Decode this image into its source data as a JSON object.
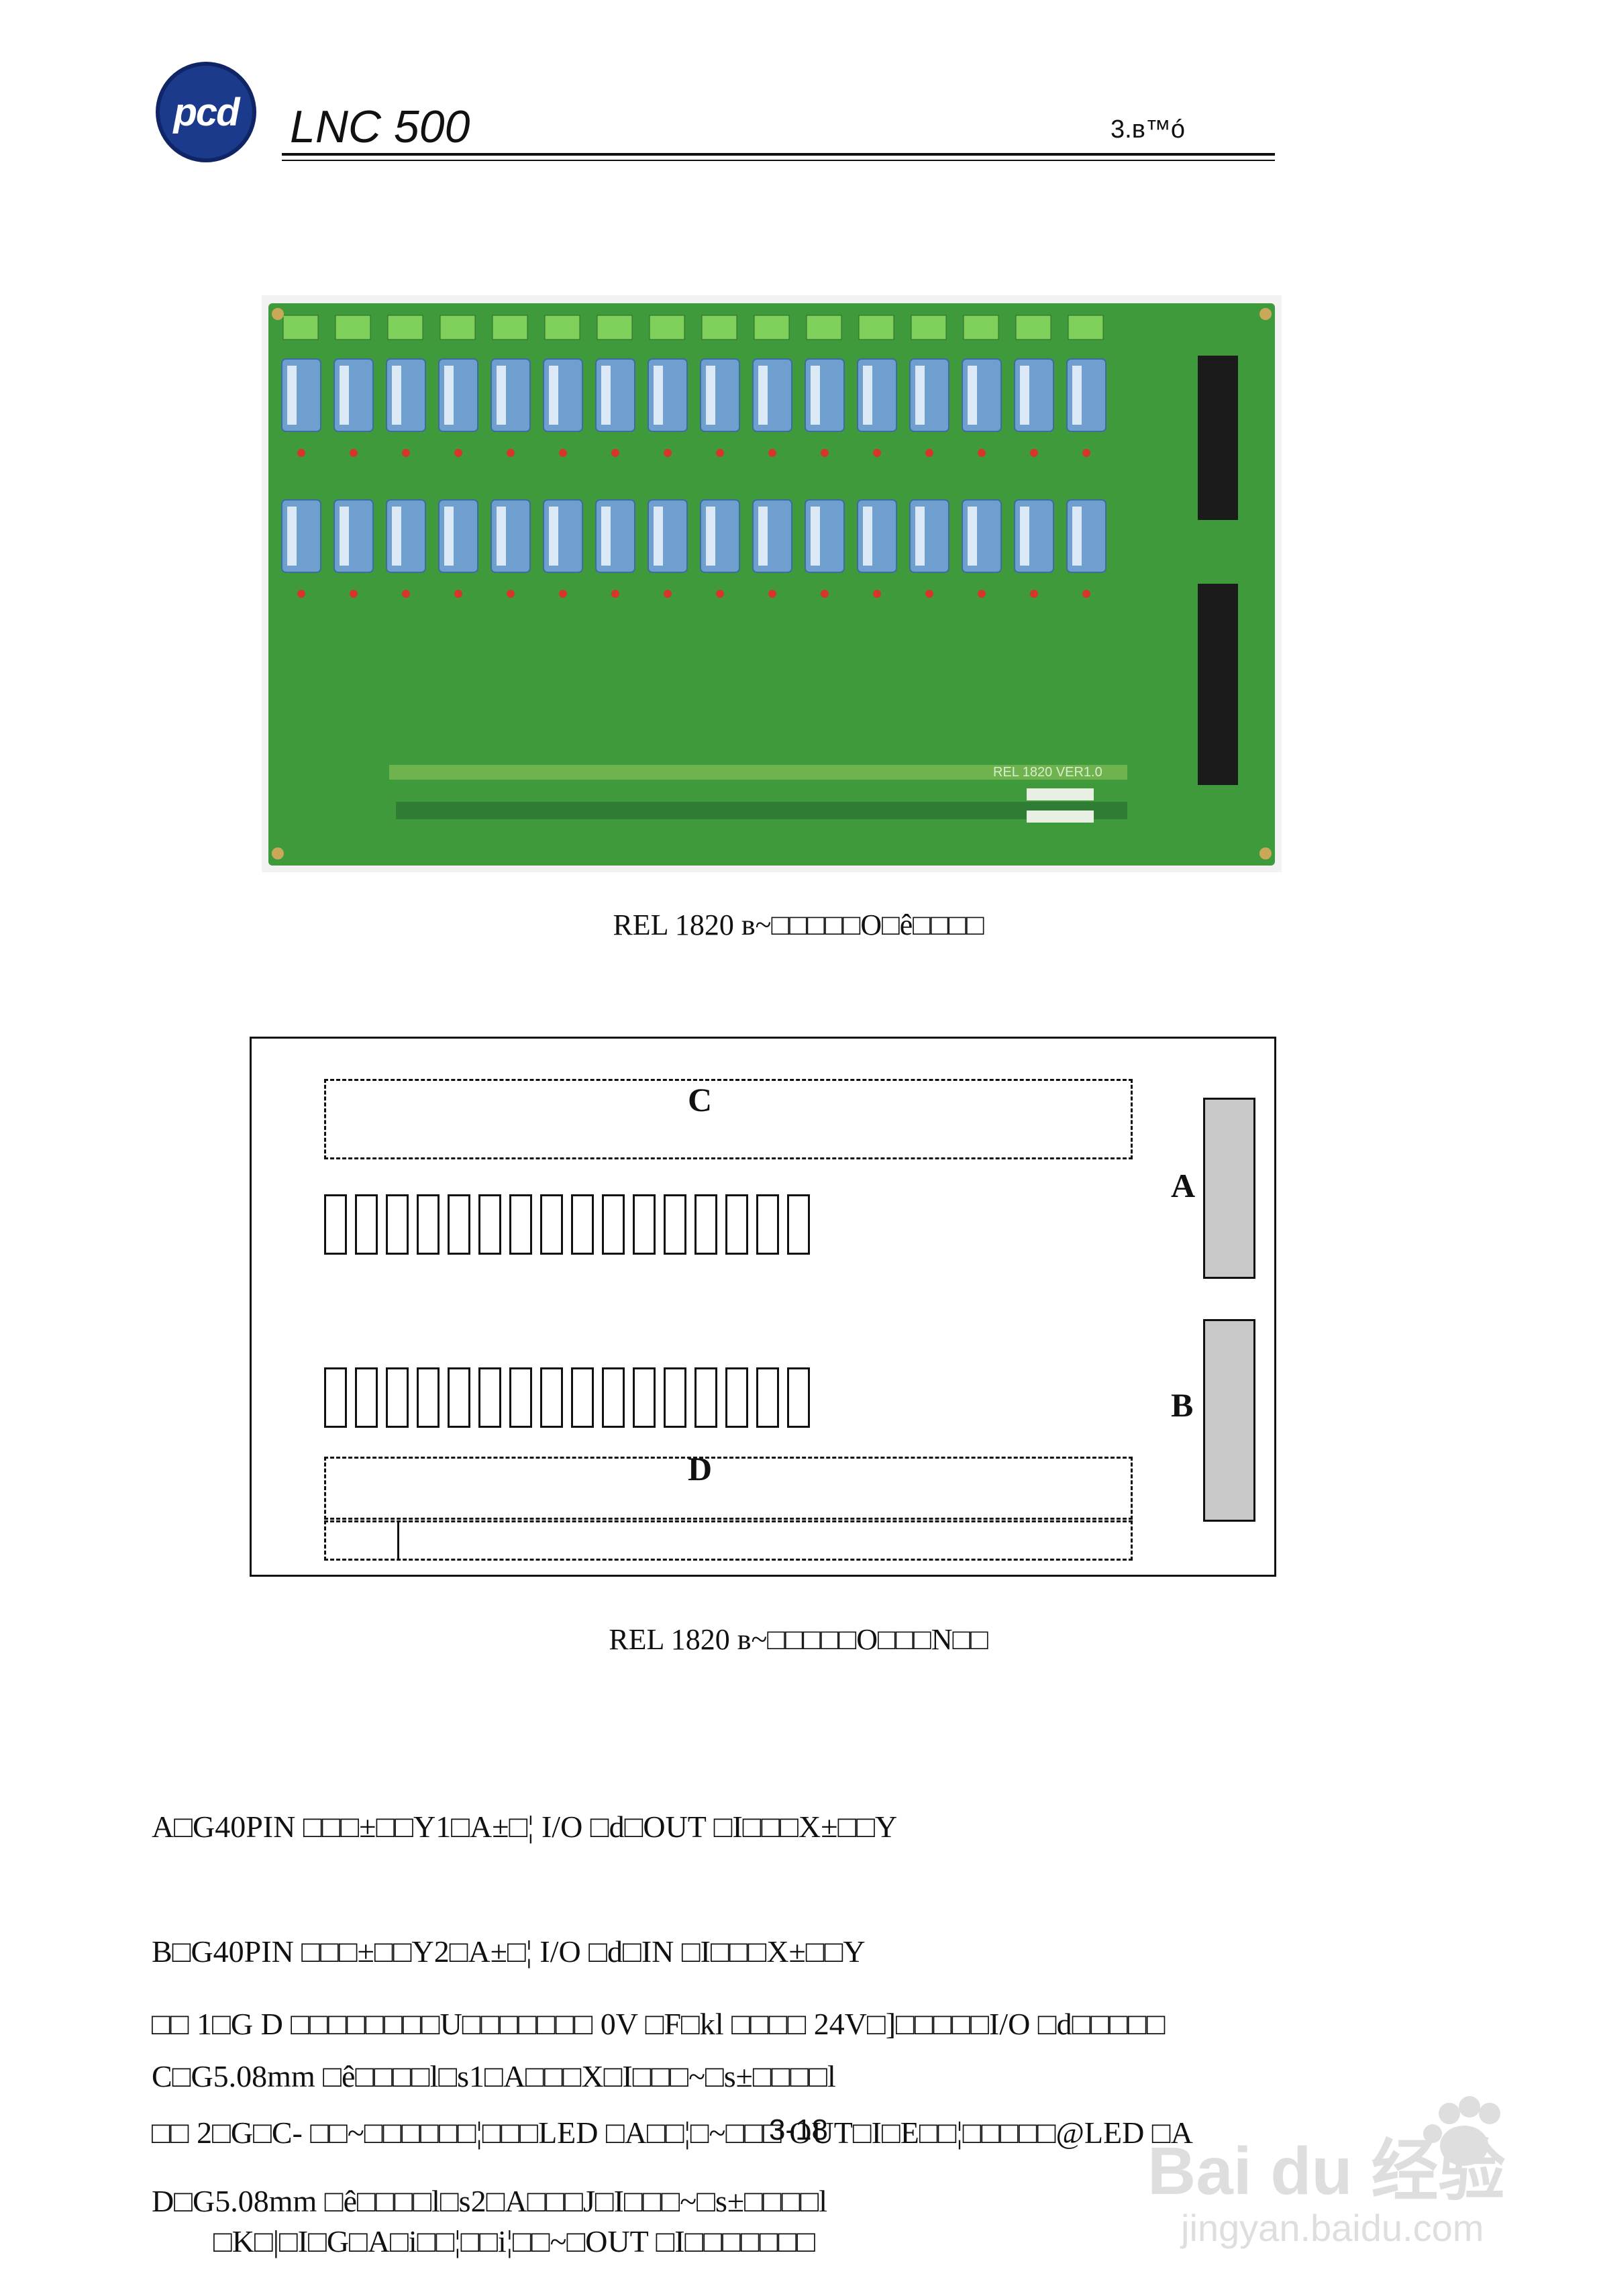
{
  "header": {
    "logo_text": "pcd",
    "title": "LNC 500",
    "section": "3.в™ó"
  },
  "photo": {
    "board_silkscreen": "REL 1820 VER1.0"
  },
  "captions": {
    "photo_caption": "REL 1820 в~□□□□□O□ê□□□□",
    "diagram_caption": "REL 1820 в~□□□□□O□□□N□□"
  },
  "diagram": {
    "label_c": "C",
    "label_d": "D",
    "label_a": "A",
    "label_b": "B"
  },
  "pin_list": [
    "A□G40PIN □□□±□□Y1□A±□¦ I/O □d□OUT □I□□□X±□□Y",
    "B□G40PIN □□□±□□Y2□A±□¦ I/O □d□IN □I□□□X±□□Y",
    "C□G5.08mm □ê□□□□l□s1□A□□□X□I□□□~□s±□□□□l",
    "D□G5.08mm □ê□□□□l□s2□A□□□J□I□□□~□s±□□□□l"
  ],
  "notes": [
    "□□ 1□G D □□□□□□□□U□□□□□□□ 0V □F□kl □□□□ 24V□]□□□□□I/O □d□□□□□",
    "□□ 2□G□C- □□~□□□□□□¦□□□LED □A□□¦□~□□□ OUT□I□E□□¦□□□□□@LED □A",
    "        □K□|□I□G□A□i□□¦□□i¦□□~□OUT □I□□□□□□□"
  ],
  "page_number": "3-18",
  "watermark": {
    "brand": "Bai du 经验",
    "url": "jingyan.baidu.com"
  },
  "colors": {
    "pcb_green": "#3f9a3c",
    "relay_blue": "#6f9fcf",
    "logo_blue": "#1c3a8c"
  }
}
